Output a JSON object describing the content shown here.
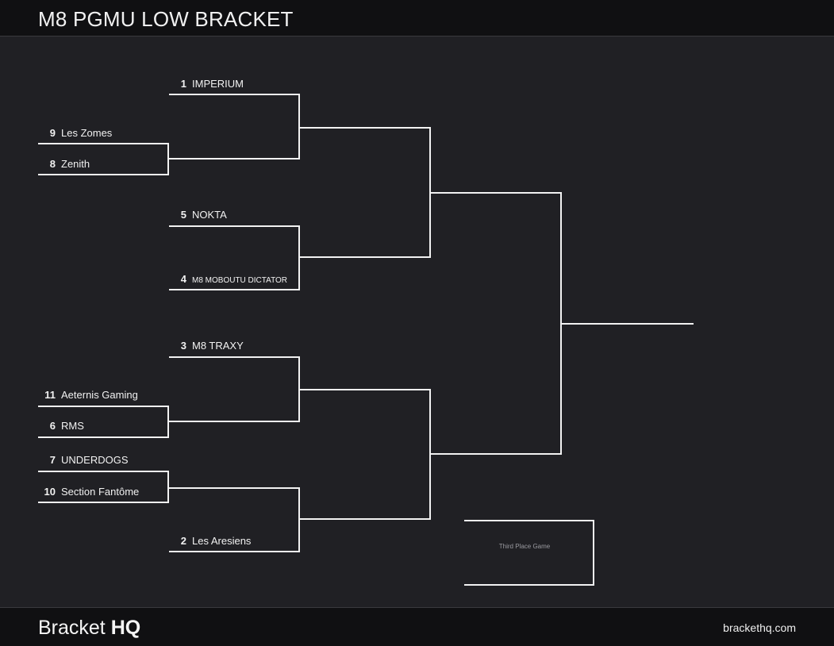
{
  "header": {
    "title": "M8 PGMU LOW BRACKET"
  },
  "footer": {
    "brand_light": "Bracket",
    "brand_bold": "HQ",
    "site": "brackethq.com"
  },
  "bracket": {
    "teams": [
      {
        "seed": "1",
        "name": "IMPERIUM"
      },
      {
        "seed": "9",
        "name": "Les Zomes"
      },
      {
        "seed": "8",
        "name": "Zenith"
      },
      {
        "seed": "5",
        "name": "NOKTA"
      },
      {
        "seed": "4",
        "name": "M8 MOBOUTU DICTATOR"
      },
      {
        "seed": "3",
        "name": "M8 TRAXY"
      },
      {
        "seed": "11",
        "name": "Aeternis Gaming"
      },
      {
        "seed": "6",
        "name": "RMS"
      },
      {
        "seed": "7",
        "name": "UNDERDOGS"
      },
      {
        "seed": "10",
        "name": "Section Fantôme"
      },
      {
        "seed": "2",
        "name": "Les Aresiens"
      }
    ],
    "third_place_label": "Third Place Game"
  }
}
